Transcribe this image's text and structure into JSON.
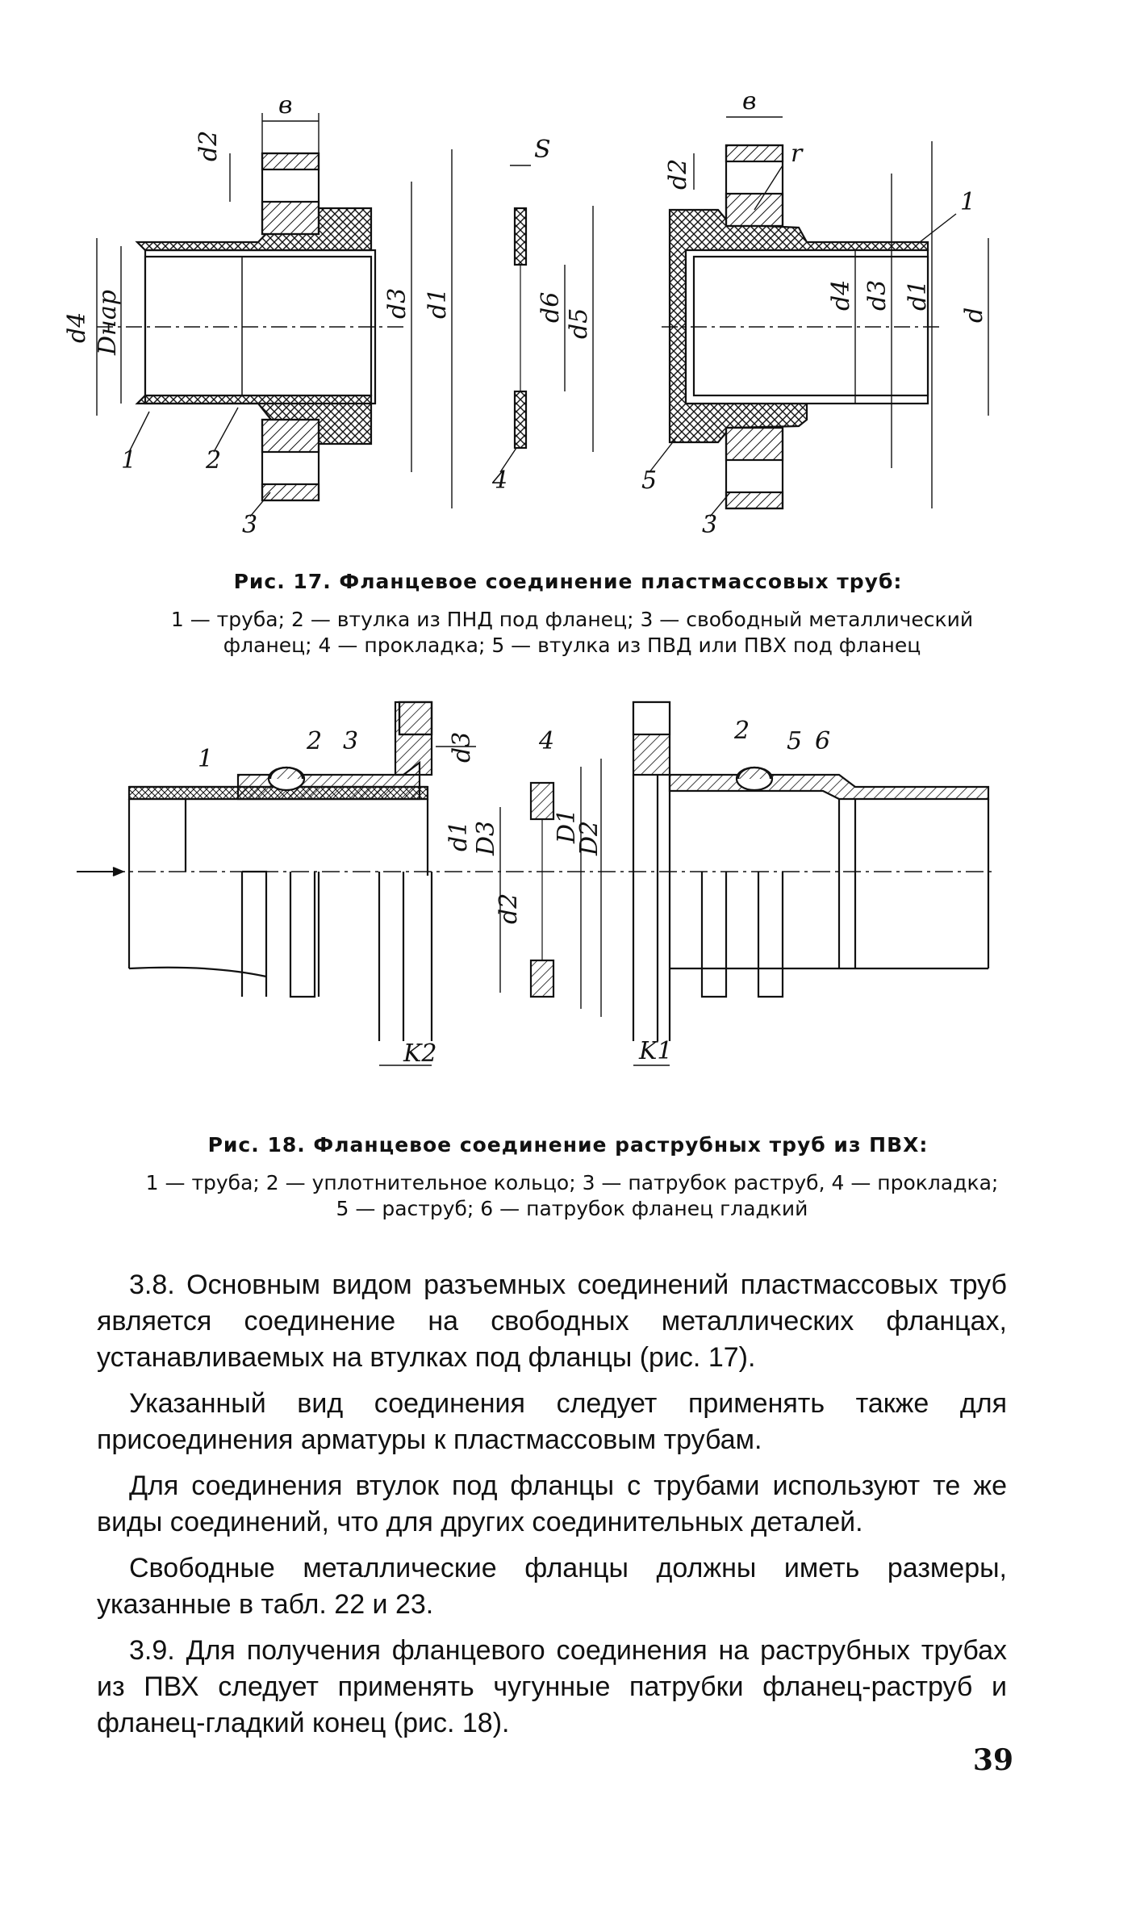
{
  "figure17": {
    "caption": "Рис. 17. Фланцевое соединение пластмассовых труб:",
    "legend_lines": [
      "1 — труба; 2 — втулка из ПНД под фланец; 3 — свободный металлический",
      "фланец; 4 — прокладка; 5 — втулка из ПВД или ПВХ под фланец"
    ],
    "labels": {
      "b1": "в",
      "d2a": "d2",
      "s": "S",
      "b2": "в",
      "d2b": "d2",
      "r": "r",
      "d4a": "d4",
      "dnar": "Dнар",
      "d3a": "d3",
      "d1a": "d1",
      "d6": "d6",
      "d5": "d5",
      "d4b": "d4",
      "d3b": "d3",
      "d1b": "d1",
      "d": "d",
      "n1": "1",
      "n2": "2",
      "n3a": "3",
      "n4": "4",
      "n5": "5",
      "n3b": "3",
      "n1b": "1"
    }
  },
  "figure18": {
    "caption": "Рис. 18. Фланцевое соединение раструбных труб из ПВХ:",
    "legend_lines": [
      "1 — труба; 2 — уплотнительное кольцо; 3 — патрубок раструб, 4 — прокладка;",
      "5 — раструб; 6 — патрубок фланец гладкий"
    ],
    "labels": {
      "n1": "1",
      "n2a": "2",
      "n3": "3",
      "n4": "4",
      "n2b": "2",
      "n5": "5",
      "n6": "6",
      "d3": "d3",
      "d1": "d1",
      "D3": "D3",
      "d2": "d2",
      "D1": "D1",
      "D2": "D2",
      "K2": "K2",
      "K1": "K1"
    }
  },
  "paragraphs": [
    "3.8. Основным видом разъемных соединений пластмассовых труб является соединение на свободных металлических фланцах, устанавливаемых на втулках под фланцы (рис. 17).",
    "Указанный вид соединения следует применять также для присоединения арматуры к пластмассовым трубам.",
    "Для соединения втулок под фланцы с трубами используют те же виды соединений, что для других соединительных деталей.",
    "Свободные металлические фланцы должны иметь размеры, указанные в табл. 22 и 23.",
    "3.9. Для получения фланцевого соединения на раструбных трубах из ПВХ следует применять чугунные патрубки фланец-раструб и фланец-гладкий конец (рис. 18)."
  ],
  "page_number": "39"
}
